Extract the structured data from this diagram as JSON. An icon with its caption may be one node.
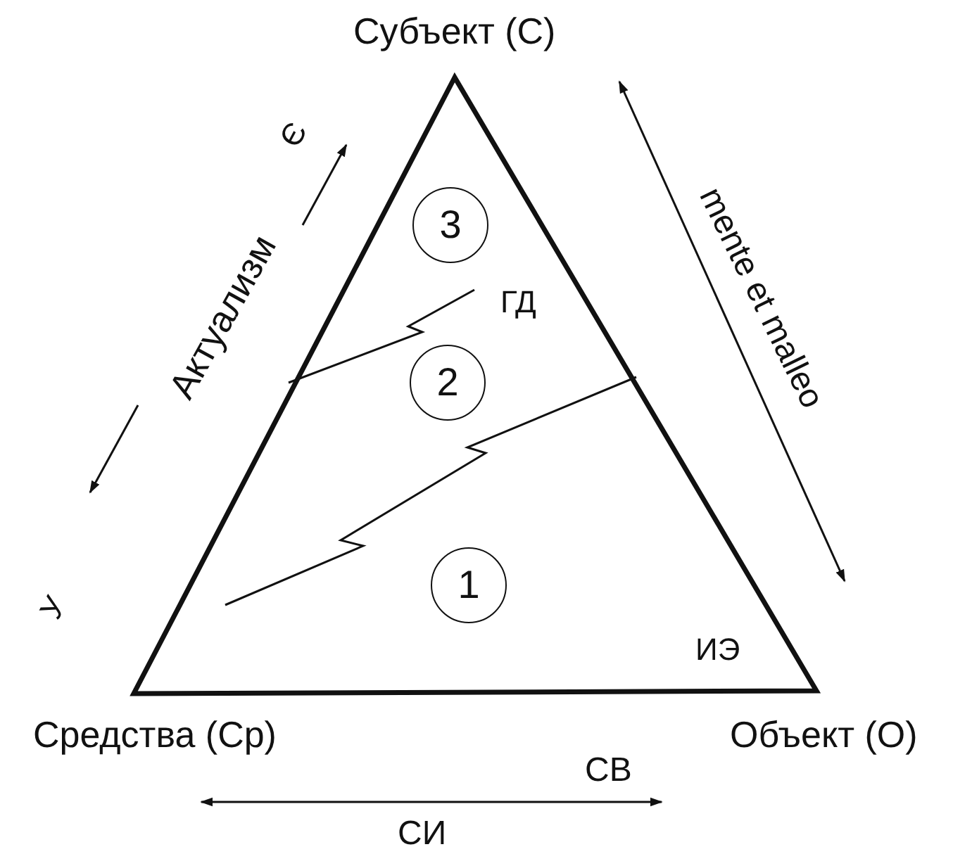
{
  "diagram": {
    "nodes": [
      {
        "text": [
          "3"
        ]
      },
      {
        "text": [
          "2"
        ]
      },
      {
        "text": [
          "1"
        ]
      }
    ],
    "labels": [
      "Субъект (С)",
      "Э",
      "mente et malleo",
      "Актуализм",
      "ГД",
      "У",
      "ИЭ",
      "Средства (Ср)",
      "Объект (О)",
      "СВ",
      "СИ"
    ]
  }
}
